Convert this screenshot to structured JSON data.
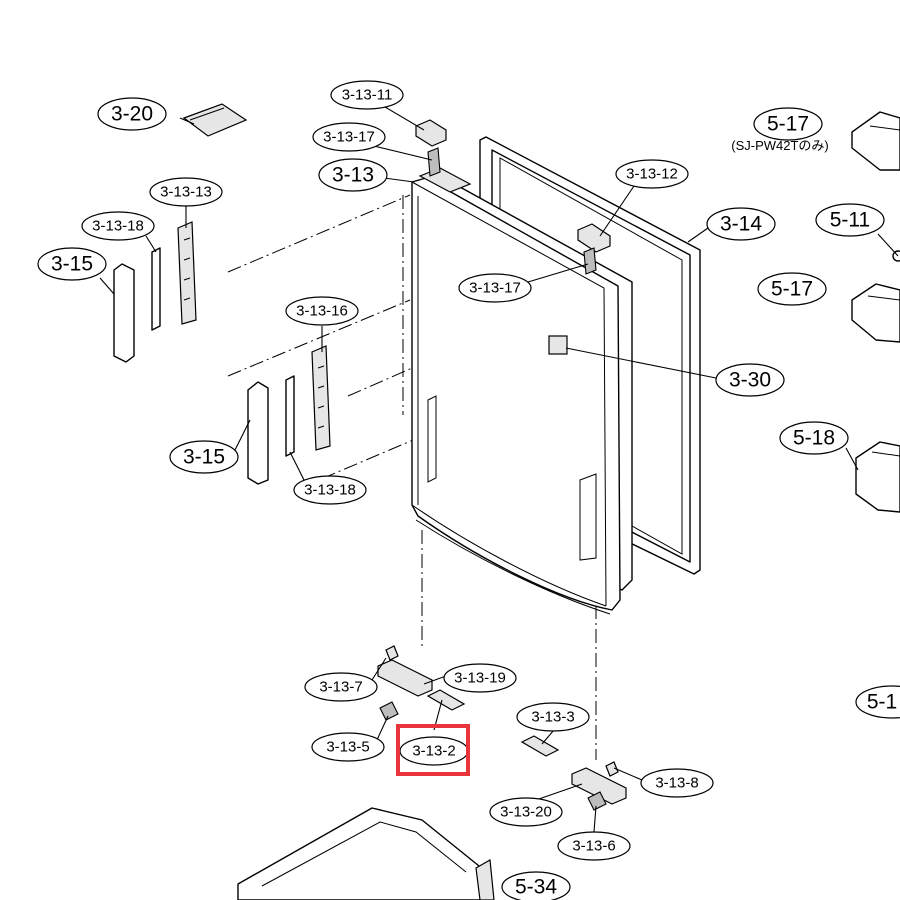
{
  "diagram": {
    "labels": {
      "p3_20": "3-20",
      "p3_13_11": "3-13-11",
      "p3_13_17a": "3-13-17",
      "p3_13": "3-13",
      "p3_13_12": "3-13-12",
      "p3_14": "3-14",
      "p5_17a": "5-17",
      "p5_17a_note": "(SJ-PW42Tのみ)",
      "p5_11": "5-11",
      "p5_17b": "5-17",
      "p3_13_13": "3-13-13",
      "p3_13_18a": "3-13-18",
      "p3_15a": "3-15",
      "p3_13_17b": "3-13-17",
      "p3_13_16": "3-13-16",
      "p3_30": "3-30",
      "p5_18": "5-18",
      "p3_15b": "3-15",
      "p3_13_18b": "3-13-18",
      "p3_13_7": "3-13-7",
      "p3_13_19": "3-13-19",
      "p3_13_3": "3-13-3",
      "p5_1x": "5-1",
      "p3_13_5": "3-13-5",
      "p3_13_2": "3-13-2",
      "p3_13_8": "3-13-8",
      "p3_13_20": "3-13-20",
      "p3_13_6": "3-13-6",
      "p5_34": "5-34"
    },
    "highlighted_part": "3-13-2",
    "highlight_color": "#e8353a"
  }
}
